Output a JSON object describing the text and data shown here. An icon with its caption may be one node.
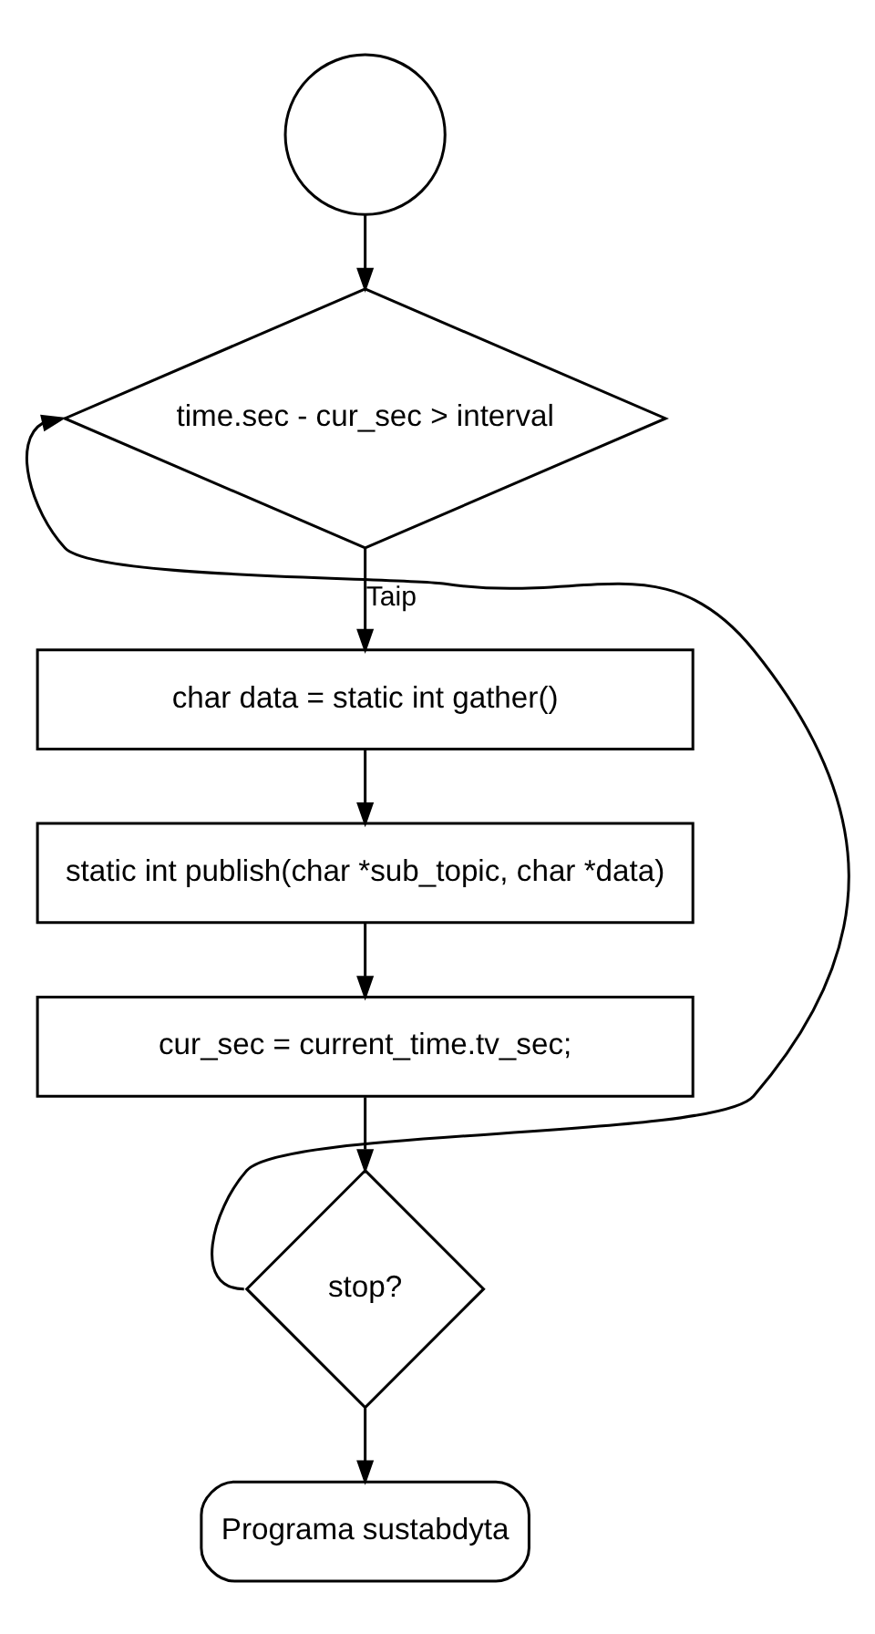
{
  "diagram": {
    "nodes": [
      {
        "text": [],
        "shape": "circle"
      },
      {
        "text": [
          "time.sec - cur_sec > interval"
        ]
      },
      {
        "text": [
          "char data = static int gather()"
        ]
      },
      {
        "text": [
          "static int publish(char *sub_topic, char *data)"
        ]
      },
      {
        "text": [
          "cur_sec = current_time.tv_sec;"
        ]
      },
      {
        "text": [
          "stop?"
        ]
      },
      {
        "text": [
          "Programa sustabdyta"
        ]
      }
    ],
    "edges": [
      {
        "from": 0,
        "to": 1,
        "arrow": "to"
      },
      {
        "from": 1,
        "to": 2,
        "arrow": "to",
        "label": "Taip"
      },
      {
        "from": 2,
        "to": 3,
        "arrow": "to"
      },
      {
        "from": 3,
        "to": 4,
        "arrow": "to"
      },
      {
        "from": 4,
        "to": 5,
        "arrow": "to"
      },
      {
        "from": 5,
        "to": 1,
        "arrow": "to"
      },
      {
        "from": 5,
        "to": 6,
        "arrow": "to"
      }
    ]
  }
}
